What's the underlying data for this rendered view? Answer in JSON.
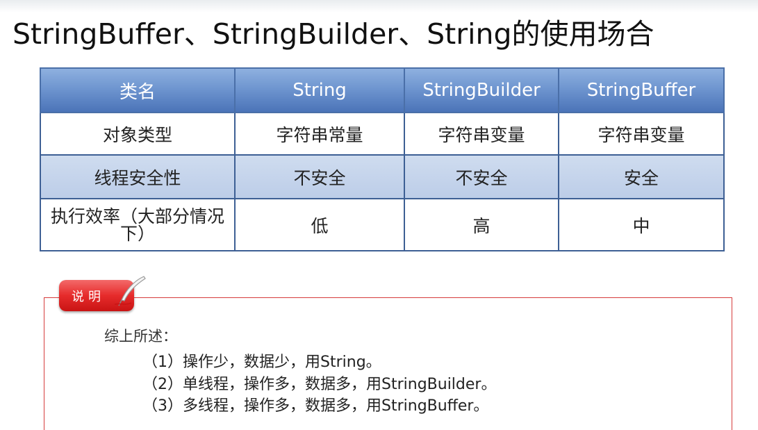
{
  "title": "StringBuffer、StringBuilder、String的使用场合",
  "table": {
    "headers": [
      "类名",
      "String",
      "StringBuilder",
      "StringBuffer"
    ],
    "rows": [
      {
        "label": "对象类型",
        "cells": [
          "字符串常量",
          "字符串变量",
          "字符串变量"
        ]
      },
      {
        "label": "线程安全性",
        "cells": [
          "不安全",
          "不安全",
          "安全"
        ]
      },
      {
        "label": "执行效率（大部分情况下）",
        "cells": [
          "低",
          "高",
          "中"
        ]
      }
    ]
  },
  "note": {
    "tab_label": "说明",
    "summary": "综上所述：",
    "lines": [
      "（1）操作少，数据少，用String。",
      "（2）单线程，操作多，数据多，用StringBuilder。",
      "（3）多线程，操作多，数据多，用StringBuffer。"
    ]
  },
  "colors": {
    "header_blue": "#4b74b8",
    "row_blue": "#c6d5ec",
    "border": "#3d5f94",
    "note_red": "#e62b2b"
  }
}
